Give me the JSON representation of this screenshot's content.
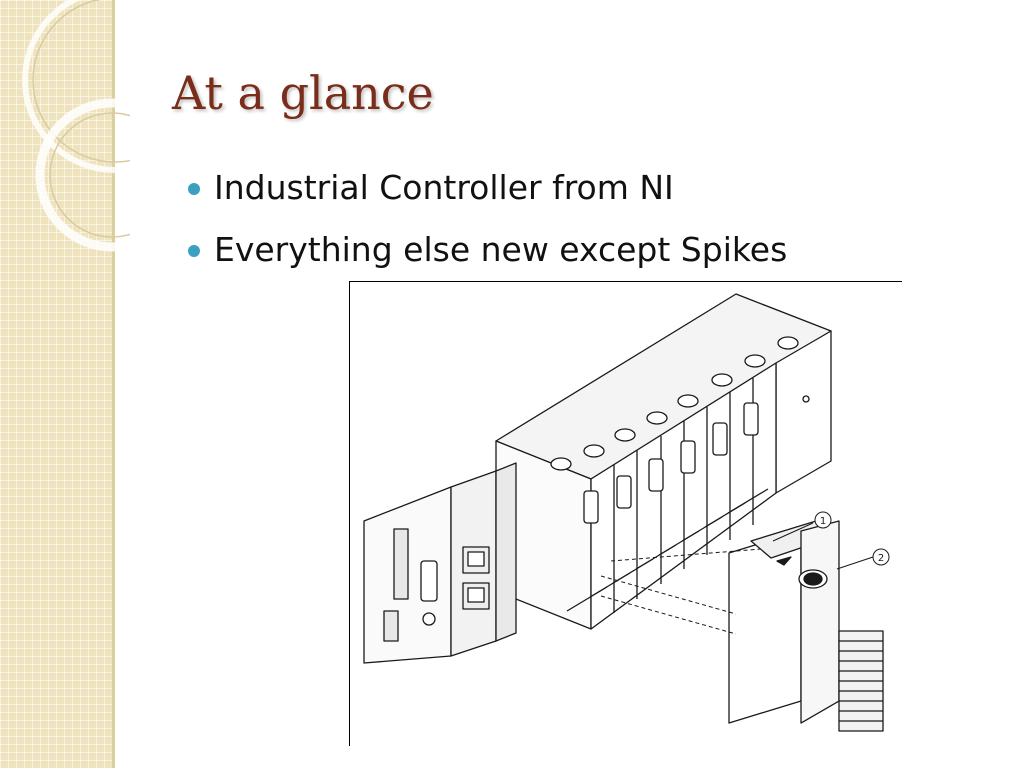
{
  "slide": {
    "title": "At a glance",
    "bullets": [
      {
        "text": "Industrial Controller from NI"
      },
      {
        "text": "Everything else new except Spikes"
      }
    ],
    "figure": {
      "callouts": [
        "1",
        "2"
      ]
    }
  },
  "colors": {
    "title": "#7a2d1a",
    "bullet": "#3a9fc0",
    "sidebar": "#efe3be"
  }
}
